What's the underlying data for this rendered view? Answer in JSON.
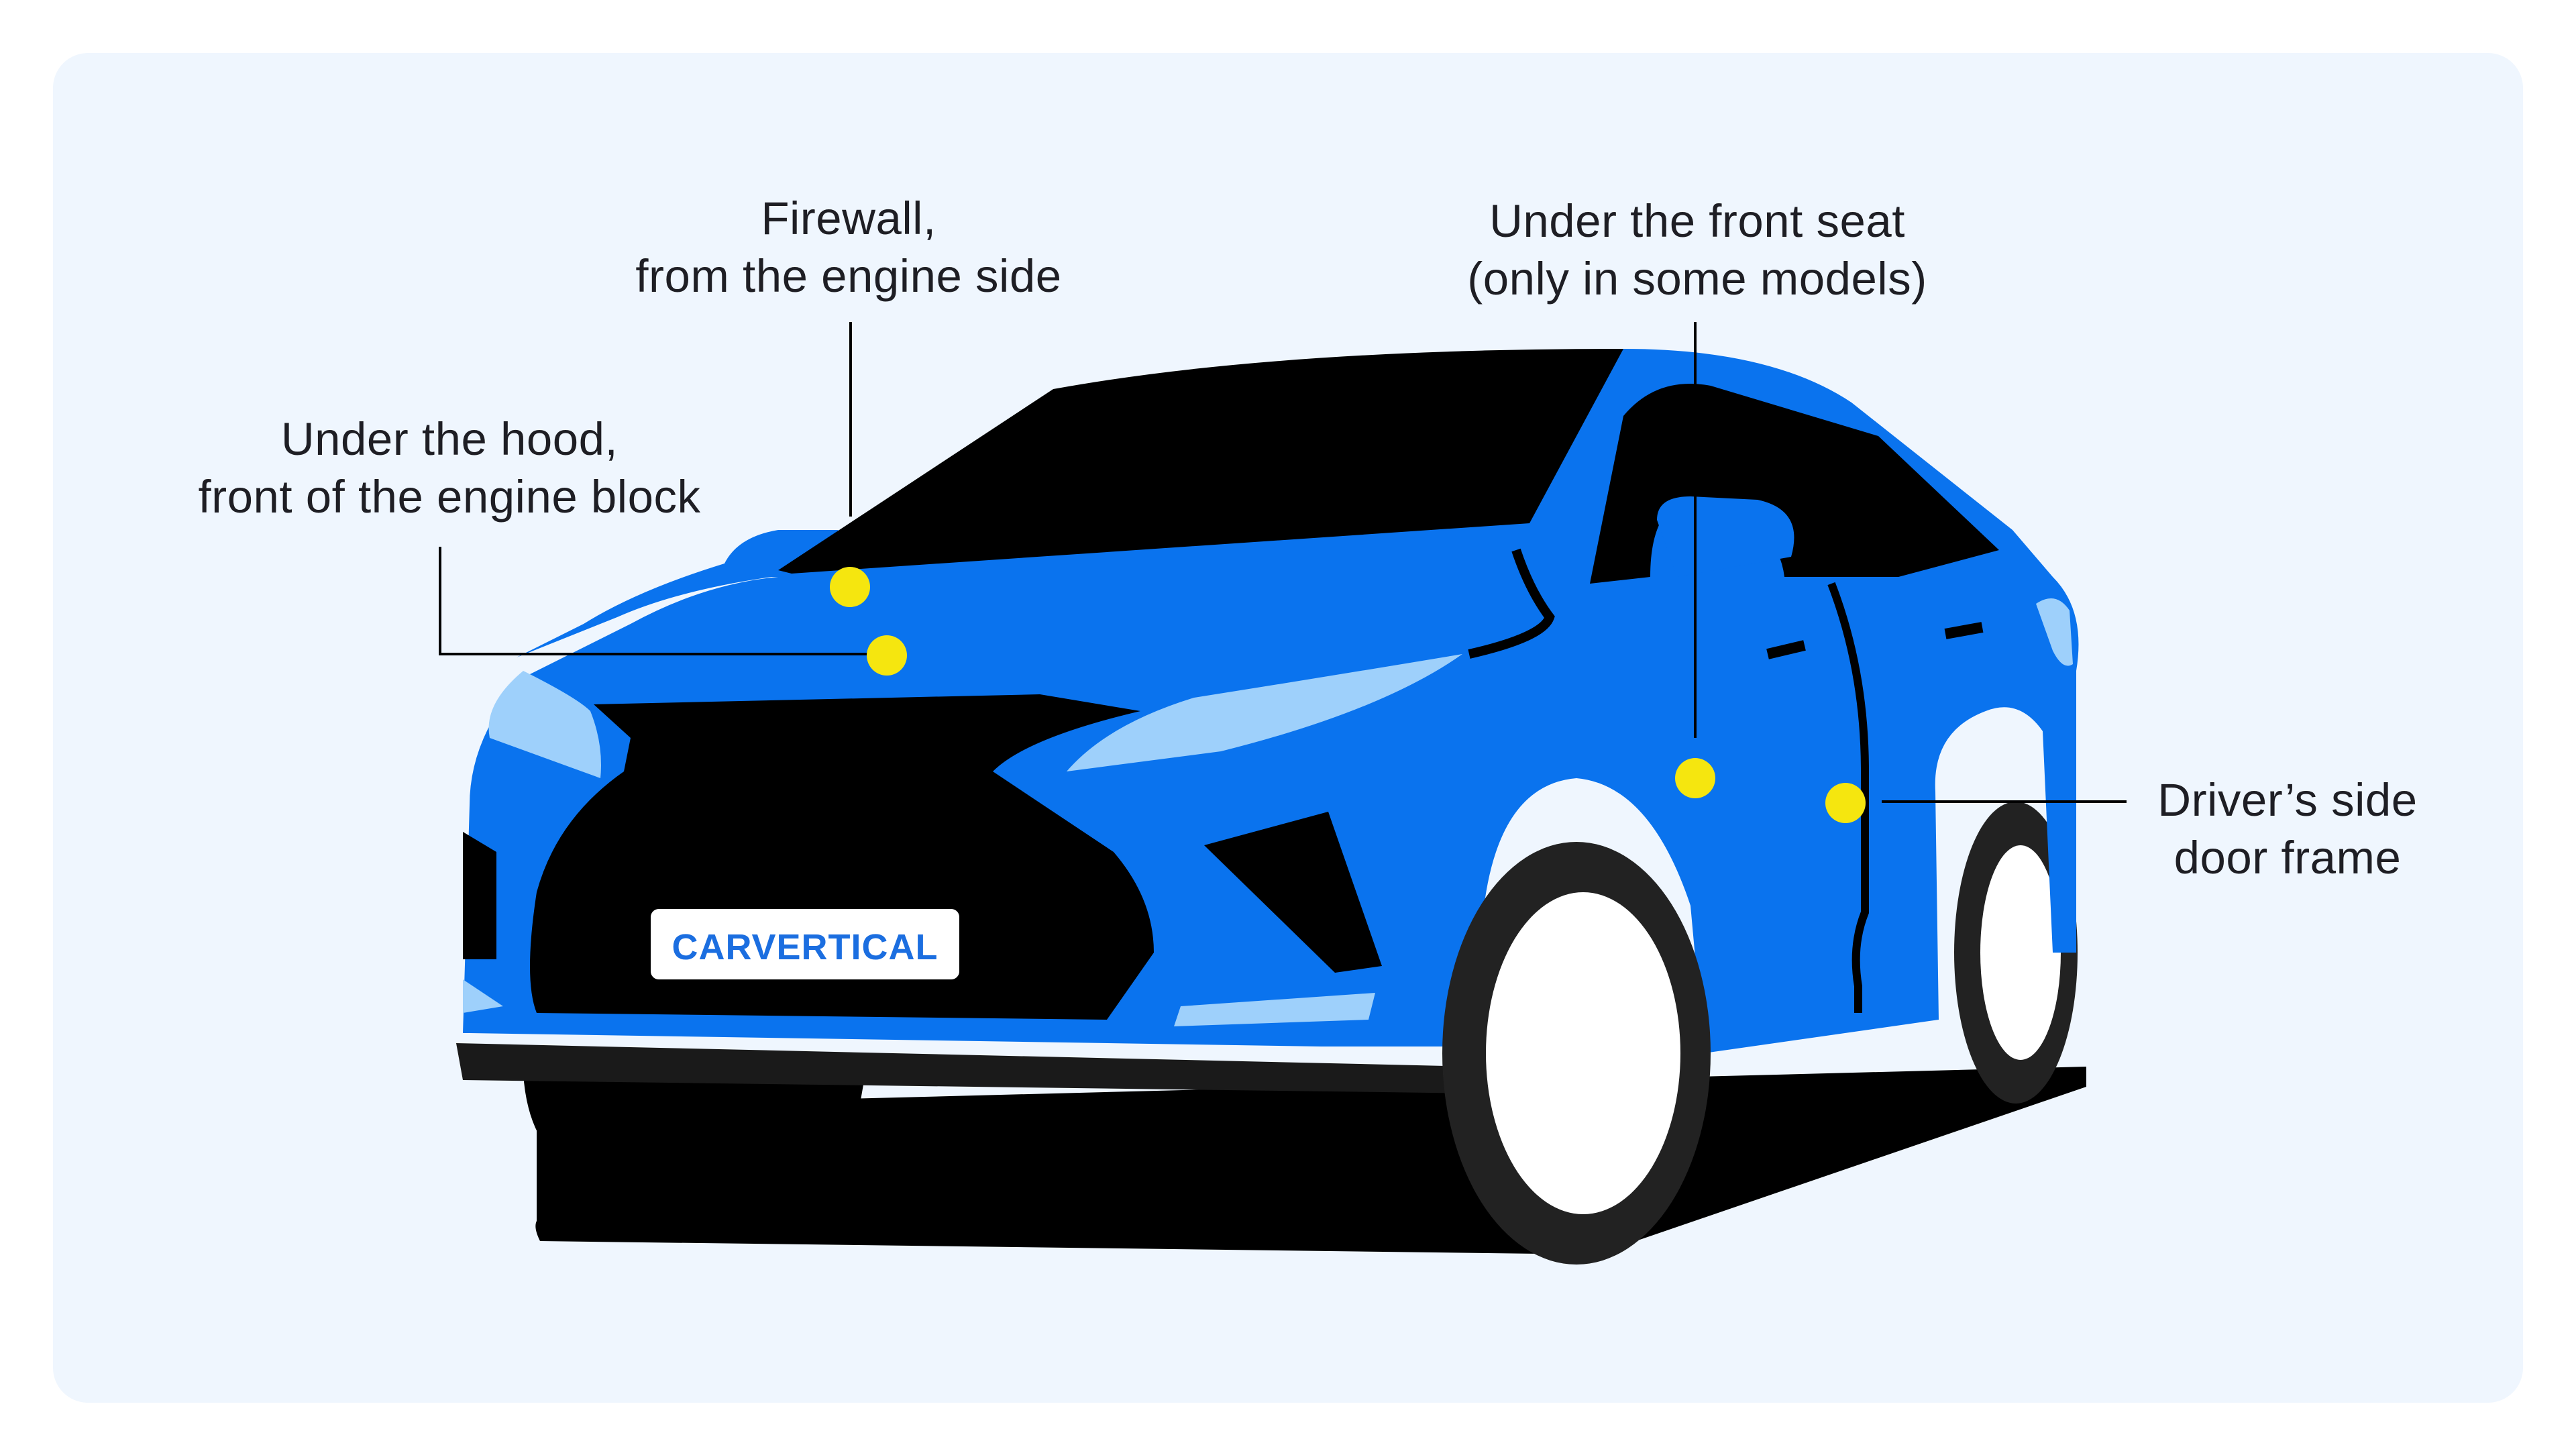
{
  "callouts": {
    "firewall": {
      "line1": "Firewall,",
      "line2": "from the engine side"
    },
    "front_seat": {
      "line1": "Under the front seat",
      "line2": "(only in some models)"
    },
    "hood": {
      "line1": "Under the hood,",
      "line2": "front of the engine block"
    },
    "door_frame": {
      "line1": "Driver’s side",
      "line2": "door frame"
    }
  },
  "plate": {
    "brand": "CARVERTICAL"
  },
  "colors": {
    "background": "#eff6fe",
    "car_body": "#0a73ee",
    "car_dark": "#000000",
    "marker": "#f5e60f",
    "headlight": "#9ed0fb",
    "plate_text": "#1b6ee0"
  },
  "icons": {
    "marker": "location-dot-icon"
  }
}
